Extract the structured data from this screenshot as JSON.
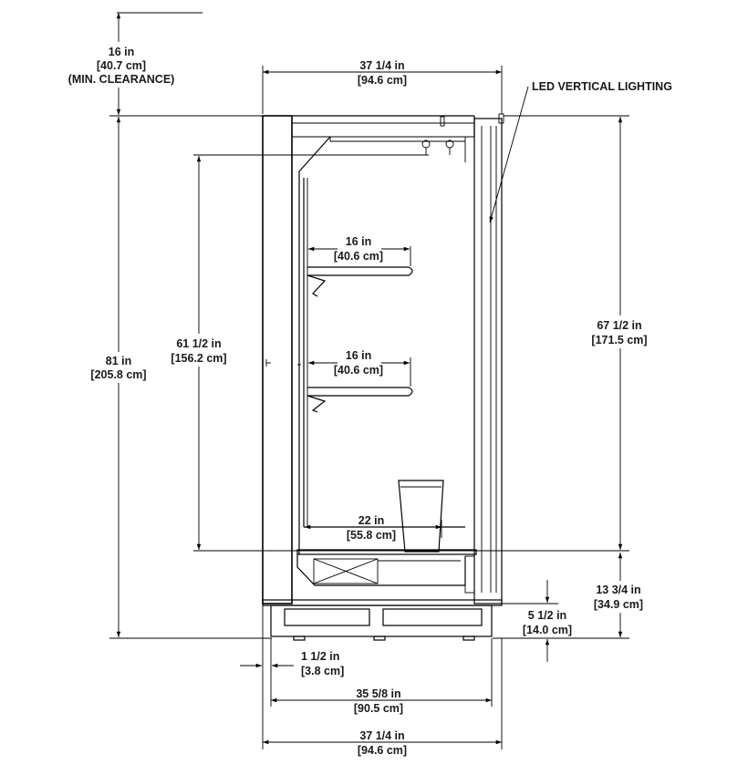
{
  "labels": {
    "clearance": {
      "line1": "16 in",
      "line2": "[40.7 cm]",
      "line3": "(MIN. CLEARANCE)"
    },
    "top_width": {
      "line1": "37 1/4 in",
      "line2": "[94.6 cm]"
    },
    "led": "LED VERTICAL LIGHTING",
    "overall_height": {
      "line1": "81 in",
      "line2": "[205.8 cm]"
    },
    "interior_height": {
      "line1": "61 1/2 in",
      "line2": "[156.2 cm]"
    },
    "right_height": {
      "line1": "67 1/2 in",
      "line2": "[171.5 cm]"
    },
    "shelf1": {
      "line1": "16 in",
      "line2": "[40.6 cm]"
    },
    "shelf2": {
      "line1": "16 in",
      "line2": "[40.6 cm]"
    },
    "deck": {
      "line1": "22 in",
      "line2": "[55.8 cm]"
    },
    "base_height": {
      "line1": "13 3/4 in",
      "line2": "[34.9 cm]"
    },
    "base_lift": {
      "line1": "5 1/2 in",
      "line2": "[14.0 cm]"
    },
    "offset": {
      "line1": "1 1/2 in",
      "line2": "[3.8 cm]"
    },
    "base_width": {
      "line1": "35 5/8 in",
      "line2": "[90.5 cm]"
    },
    "bottom_width": {
      "line1": "37 1/4 in",
      "line2": "[94.6 cm]"
    }
  }
}
